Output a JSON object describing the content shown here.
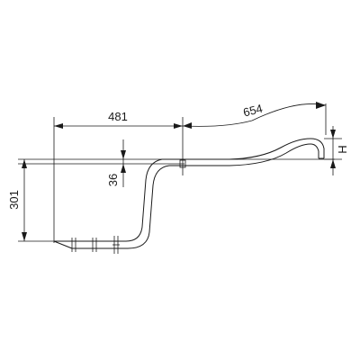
{
  "dimensions": {
    "horizontal_left": "481",
    "curved_right": "654",
    "vertical_left": "301",
    "step_small": "36",
    "height_right": "H"
  }
}
